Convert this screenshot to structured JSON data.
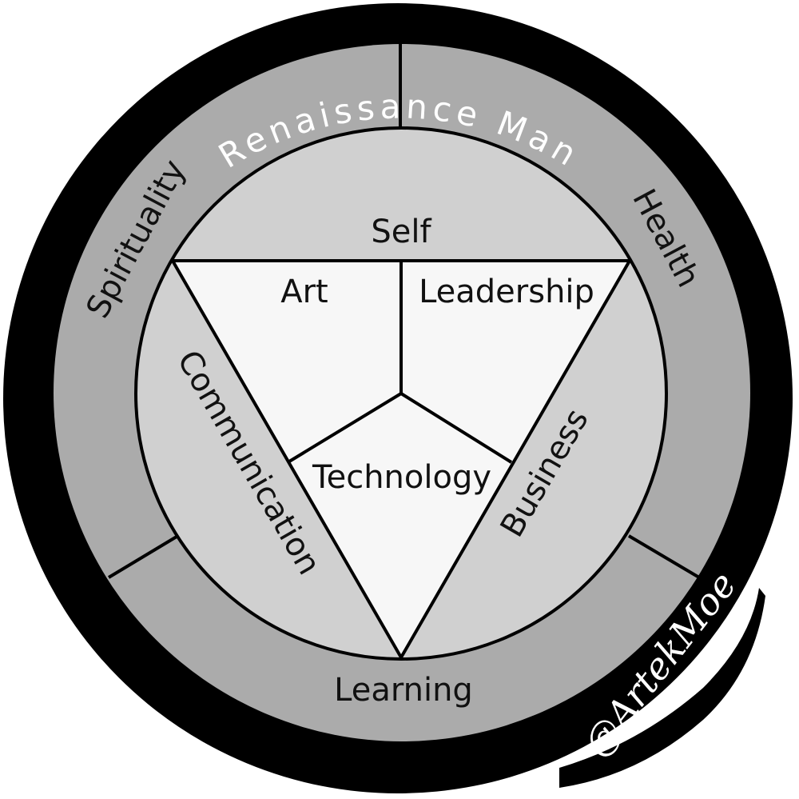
{
  "title": "Renaissance Man",
  "signature": "@ArtekMoe",
  "outer_ring": {
    "segments": [
      {
        "label": "Spirituality"
      },
      {
        "label": "Health"
      },
      {
        "label": "Learning"
      }
    ]
  },
  "inner_circle": {
    "segments": [
      {
        "label": "Self"
      },
      {
        "label": "Communication"
      },
      {
        "label": "Business"
      }
    ]
  },
  "triangle": {
    "segments": [
      {
        "label": "Art"
      },
      {
        "label": "Leadership"
      },
      {
        "label": "Technology"
      }
    ]
  },
  "colors": {
    "border": "#000000",
    "outer_ring": "#ababab",
    "inner_circle": "#d0d0d0",
    "triangle": "#f7f7f7",
    "title_text": "#ffffff",
    "label_text": "#111111"
  }
}
